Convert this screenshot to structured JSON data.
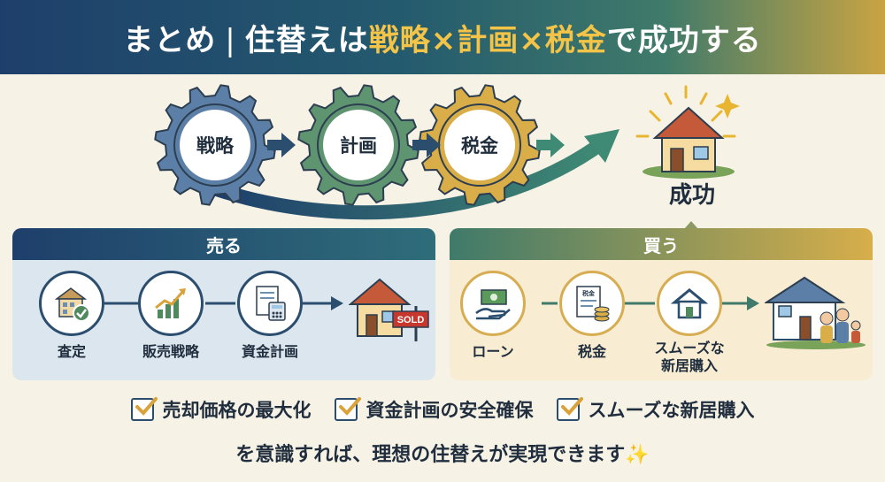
{
  "title": {
    "prefix": "まとめ",
    "separator": "|",
    "lead": "住替えは",
    "term1": "戦略",
    "times1": "×",
    "term2": "計画",
    "times2": "×",
    "term3": "税金",
    "suffix": "で成功する"
  },
  "gears": [
    {
      "label": "戦略",
      "color": "#5b7fa6"
    },
    {
      "label": "計画",
      "color": "#5e9470"
    },
    {
      "label": "税金",
      "color": "#d9ad48"
    }
  ],
  "goal": {
    "label": "成功"
  },
  "sell": {
    "heading": "売る",
    "steps": [
      {
        "label": "査定",
        "icon": "building-check-icon"
      },
      {
        "label": "販売戦略",
        "icon": "chart-up-icon"
      },
      {
        "label": "資金計画",
        "icon": "calculator-doc-icon"
      }
    ],
    "result_sign": "SOLD"
  },
  "buy": {
    "heading": "買う",
    "steps": [
      {
        "label": "ローン",
        "icon": "money-hand-icon"
      },
      {
        "label": "税金",
        "icon": "tax-doc-icon",
        "doc_text": "税金"
      },
      {
        "label_line1": "スムーズな",
        "label_line2": "新居購入",
        "icon": "house-icon"
      }
    ]
  },
  "checklist": [
    "売却価格の最大化",
    "資金計画の安全確保",
    "スムーズな新居購入"
  ],
  "closing": {
    "text": "を意識すれば、理想の住替えが実現できます",
    "emoji": "✨"
  },
  "colors": {
    "navy": "#1e3f6b",
    "green": "#3f7a6a",
    "gold": "#d9ad48",
    "bg": "#f7f2e6"
  }
}
